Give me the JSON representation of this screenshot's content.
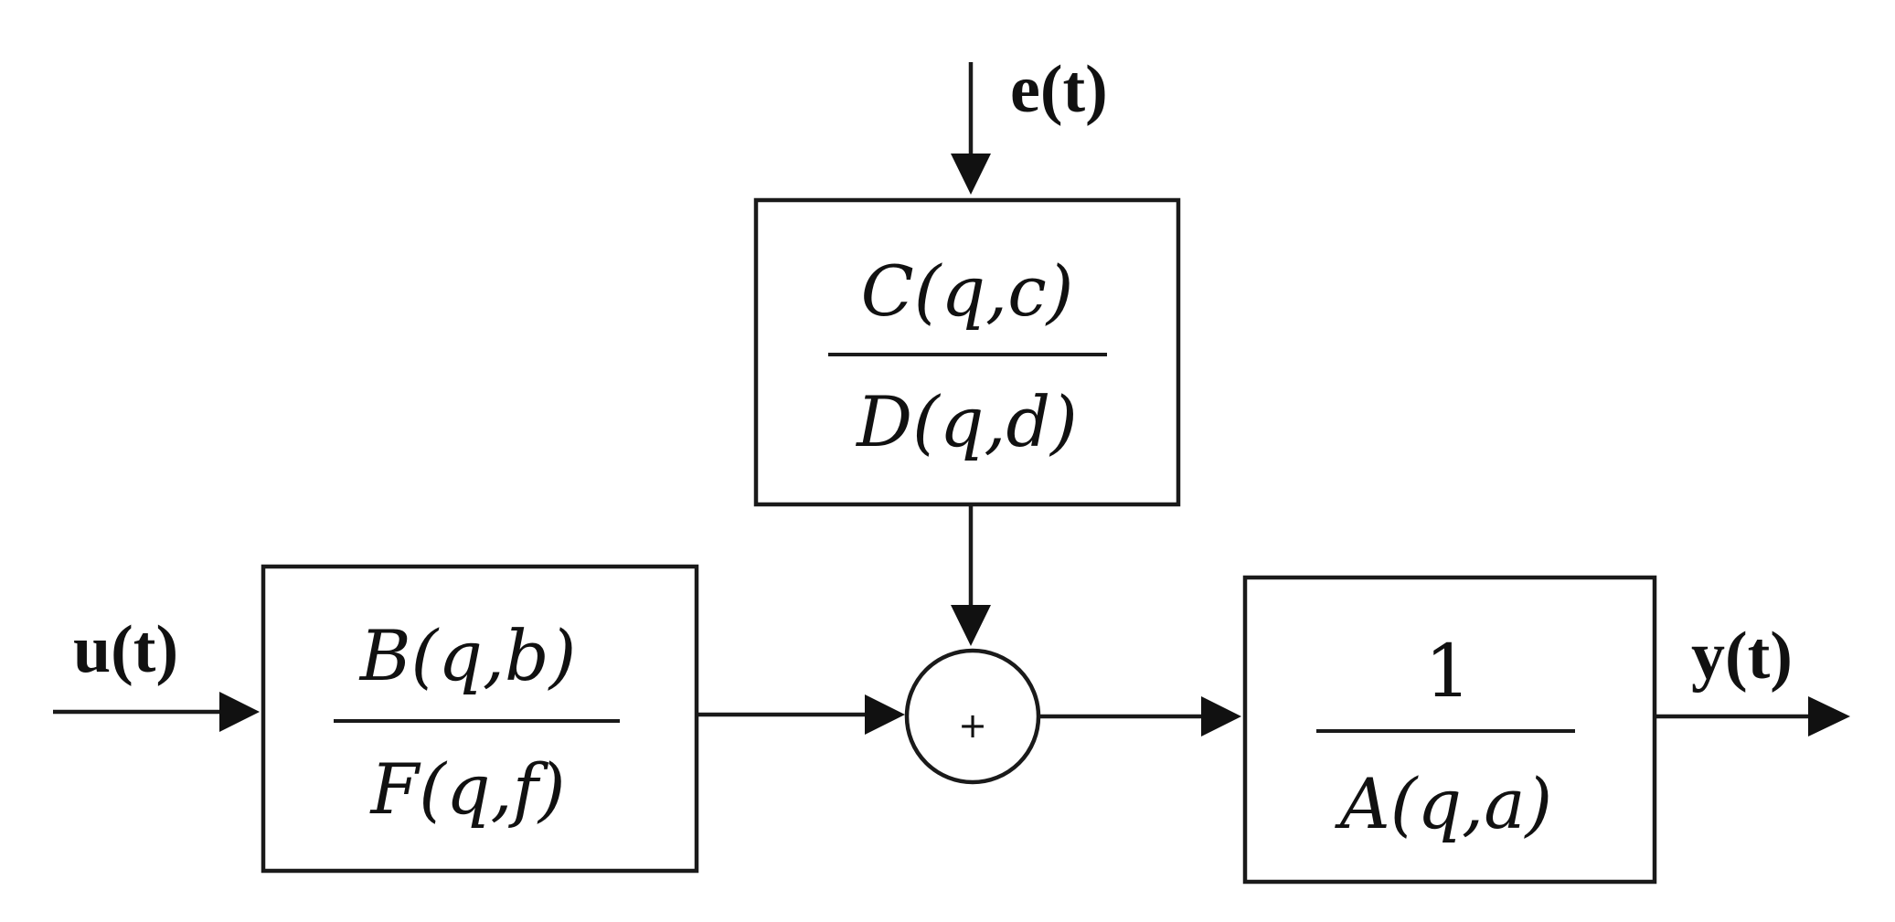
{
  "signals": {
    "input": "u(t)",
    "noise": "e(t)",
    "output": "y(t)"
  },
  "blocks": {
    "input_tf": {
      "numerator": "B(q,b)",
      "denominator": "F(q,f)"
    },
    "noise_tf": {
      "numerator": "C(q,c)",
      "denominator": "D(q,d)"
    },
    "output_tf": {
      "numerator": "1",
      "denominator": "A(q,a)"
    }
  },
  "summing_junction": {
    "sign": "+"
  }
}
